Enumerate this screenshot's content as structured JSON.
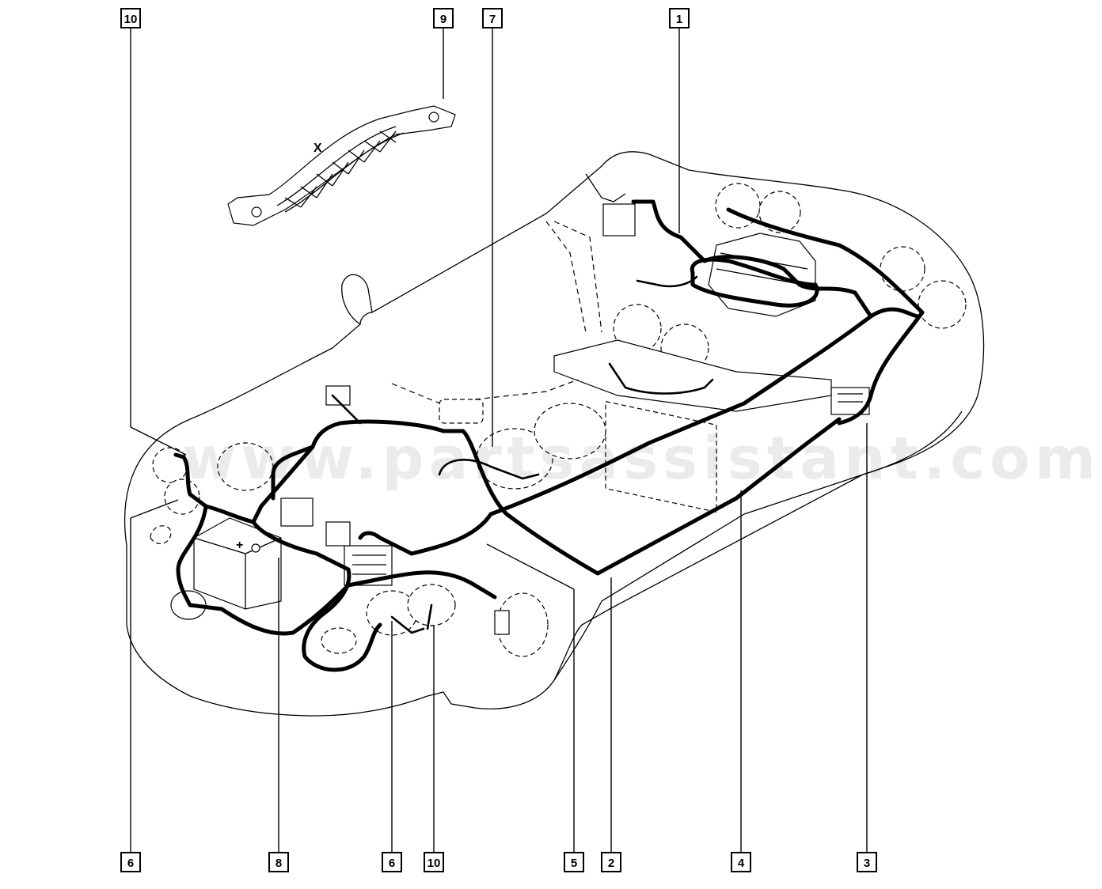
{
  "diagram": {
    "watermark": "www.partsassistant.com",
    "symbols": {
      "brace_mark": "X",
      "battery_plus": "+"
    },
    "callouts": [
      {
        "id": "c10-top",
        "label": "10"
      },
      {
        "id": "c9",
        "label": "9"
      },
      {
        "id": "c7",
        "label": "7"
      },
      {
        "id": "c1",
        "label": "1"
      },
      {
        "id": "c6-left",
        "label": "6"
      },
      {
        "id": "c8",
        "label": "8"
      },
      {
        "id": "c6-mid",
        "label": "6"
      },
      {
        "id": "c10-bottom",
        "label": "10"
      },
      {
        "id": "c5",
        "label": "5"
      },
      {
        "id": "c2",
        "label": "2"
      },
      {
        "id": "c4",
        "label": "4"
      },
      {
        "id": "c3",
        "label": "3"
      }
    ]
  }
}
